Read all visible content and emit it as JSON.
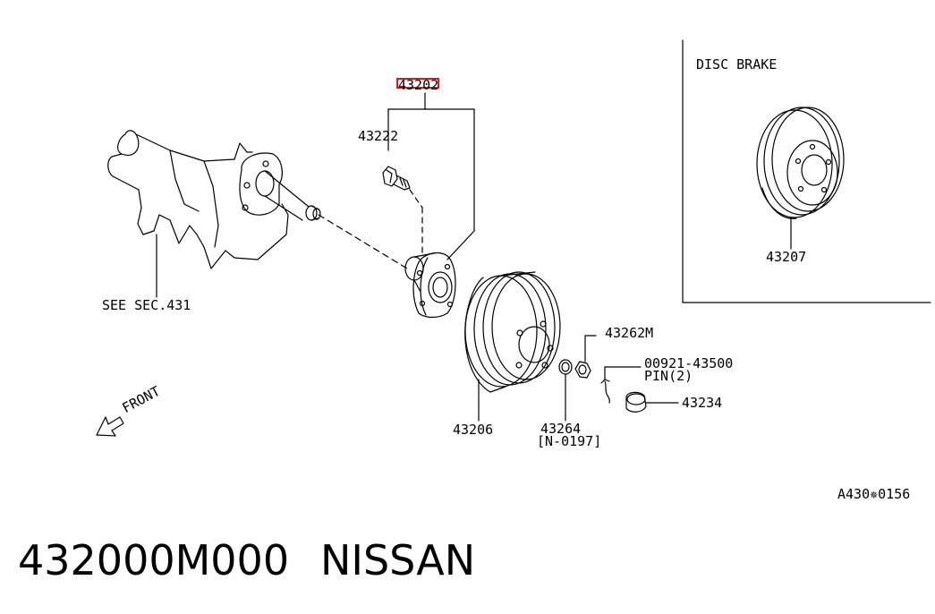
{
  "labels": {
    "part_43202": "43202",
    "part_43222": "43222",
    "see_sec": "SEE SEC.431",
    "front": "FRONT",
    "part_43206": "43206",
    "part_43262m": "43262M",
    "part_00921": "00921-43500",
    "pin": "PIN(2)",
    "part_43234": "43234",
    "part_43264": "43264",
    "part_43264_range": "[N-0197]",
    "disc_brake": "DISC BRAKE",
    "part_43207": "43207",
    "diagram_code": "A430✵0156"
  },
  "footer": {
    "part_number": "432000M000",
    "brand": "NISSAN"
  },
  "colors": {
    "highlight": "#e0141e",
    "ink": "#000000",
    "background": "#ffffff"
  }
}
